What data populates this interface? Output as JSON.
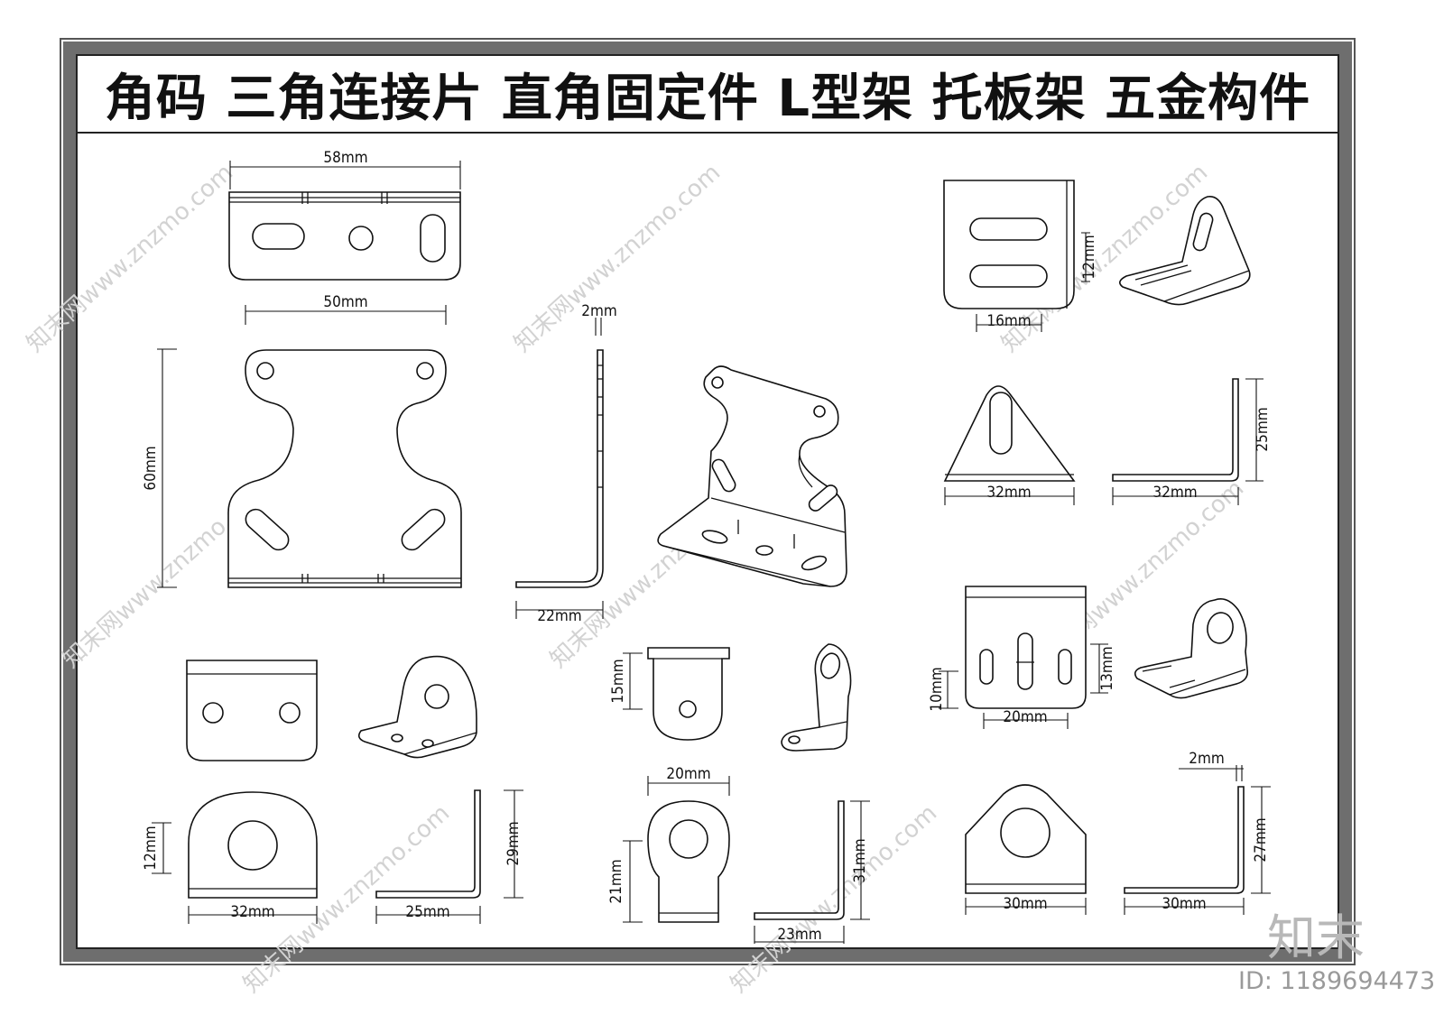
{
  "title": "角码  三角连接片  直角固定件  L型架  托板架  五金构件",
  "watermark": {
    "text": "知末网www.znzmo.com",
    "brand": "知末",
    "id": "ID: 1189694473"
  },
  "dimensions": {
    "top_width": "58mm",
    "front_width": "50mm",
    "front_height": "60mm",
    "side_thickness": "2mm",
    "side_depth": "22mm",
    "tr_height": "12mm",
    "tr_width": "16mm",
    "tri_width": "32mm",
    "tri_side_width": "32mm",
    "tri_side_height": "25mm",
    "tab_height": "15mm",
    "mr_left": "10mm",
    "mr_right": "13mm",
    "mr_width": "20mm",
    "bl_height": "12mm",
    "bl_width": "32mm",
    "bl_side_width": "25mm",
    "bl_side_height": "29mm",
    "bm_width": "20mm",
    "bm_height": "21mm",
    "bm_side_width": "23mm",
    "bm_side_height": "31mm",
    "br_thickness": "2mm",
    "br_width": "30mm",
    "br_side_width": "30mm",
    "br_side_height": "27mm"
  }
}
